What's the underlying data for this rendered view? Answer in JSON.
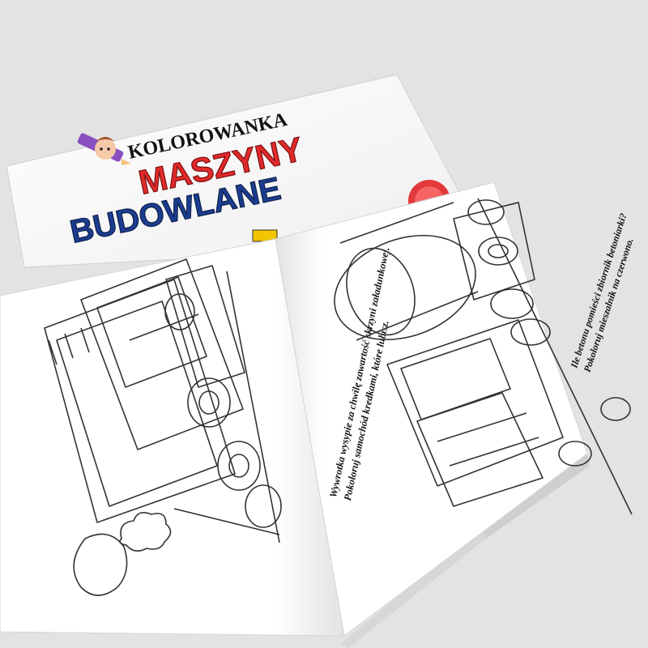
{
  "cover": {
    "brand": "KOLOROWANKA",
    "title_line1": "MASZYNY",
    "title_line2": "BUDOWLANE",
    "title_line1_color": "#e02a2a",
    "title_line2_color": "#1b3d8f"
  },
  "left_page": {
    "caption_line1": "Wywrotka wysypie za chwilę zawartość skrzyni załadunkowej.",
    "caption_line2": "Pokoloruj samochód kredkami, które lubisz.",
    "illustration": "dump-truck"
  },
  "right_page": {
    "caption_line1": "Ile betonu pomieści zbiornik betoniarki?",
    "caption_line2": "Pokoloruj mieszalnik na czerwono.",
    "illustration": "concrete-mixer-truck"
  },
  "colors": {
    "background": "#e3e3e3",
    "page": "#ffffff",
    "line_art": "#333333"
  }
}
